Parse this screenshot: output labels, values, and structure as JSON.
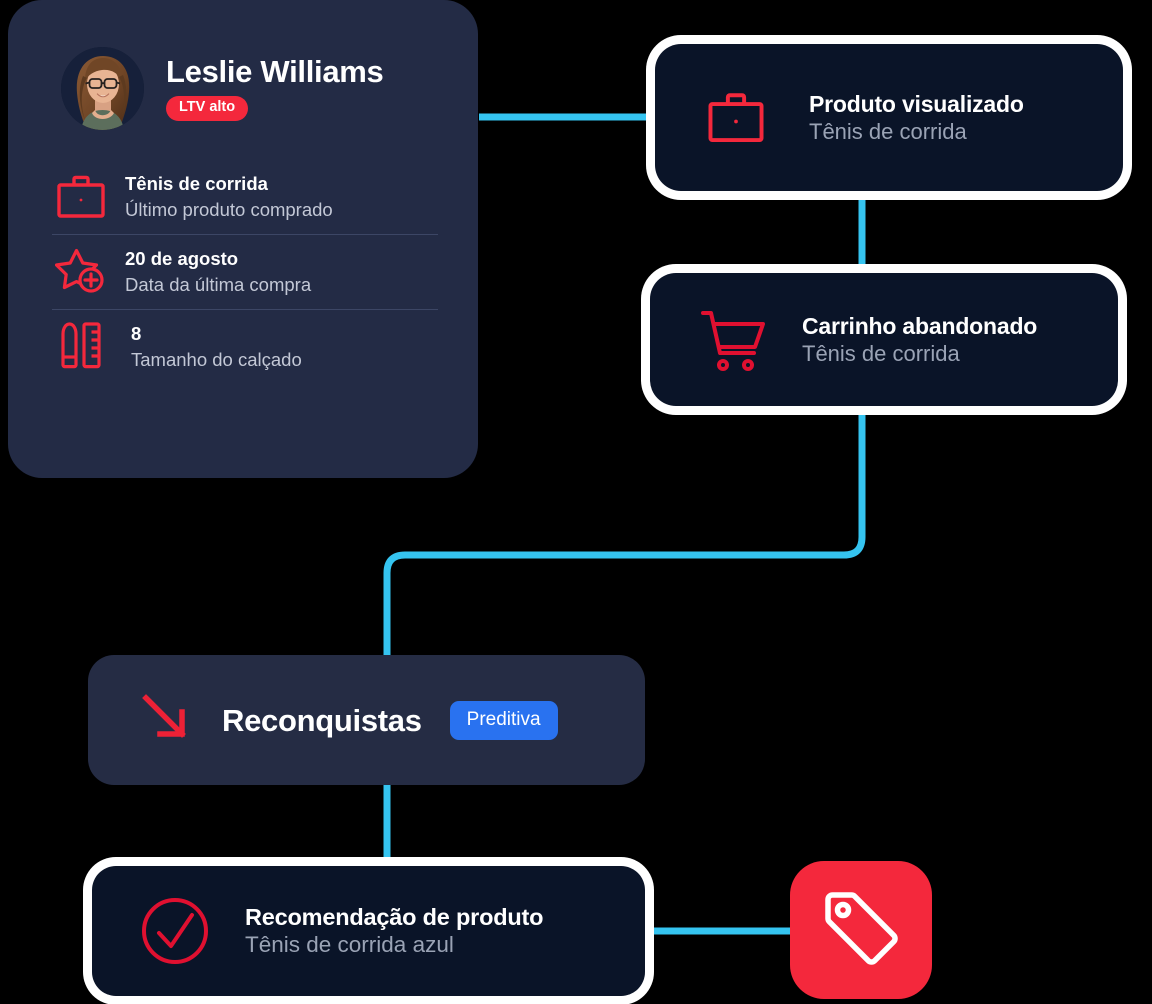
{
  "colors": {
    "background": "#000000",
    "profile_card_bg": "#232B45",
    "event_card_bg": "#0A1428",
    "reconquistas_card_bg": "#252C44",
    "accent_red": "#F4283C",
    "accent_blue": "#2972F0",
    "connector_cyan": "#35C4F0",
    "card_outline_white": "#FFFFFF",
    "title_text": "#FFFFFF",
    "subtitle_text": "#9AA3B5",
    "divider": "#3C4665"
  },
  "profile": {
    "avatar_icon": "user-avatar-photo",
    "name": "Leslie Williams",
    "badge": "LTV alto",
    "stats": [
      {
        "icon": "briefcase-icon",
        "value": "Tênis de corrida",
        "label": "Último produto comprado"
      },
      {
        "icon": "star-plus-icon",
        "value": "20 de agosto",
        "label": "Data da última compra"
      },
      {
        "icon": "pencil-ruler-icon",
        "value": "8",
        "label": "Tamanho do calçado"
      }
    ]
  },
  "events": {
    "viewed": {
      "icon": "briefcase-icon",
      "title": "Produto visualizado",
      "subtitle": "Tênis de corrida"
    },
    "cart": {
      "icon": "shopping-cart-icon",
      "title": "Carrinho abandonado",
      "subtitle": "Tênis de corrida"
    },
    "reconquistas": {
      "icon": "arrow-down-right-icon",
      "title": "Reconquistas",
      "badge": "Preditiva"
    },
    "recommend": {
      "icon": "check-circle-icon",
      "title": "Recomendação de produto",
      "subtitle": "Tênis de corrida azul"
    },
    "tag_tile": {
      "icon": "price-tag-icon"
    }
  }
}
